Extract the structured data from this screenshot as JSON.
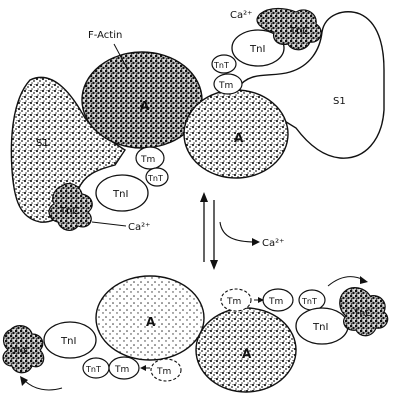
{
  "labels": {
    "ca_top": "Ca²⁺",
    "tnc_top": "TnC",
    "tni_top": "TnI",
    "tnt_top": "TnT",
    "tm_top": "Tm",
    "s1_right": "S1",
    "f_actin": "F-Actin",
    "a_left": "A",
    "a_right": "A",
    "s1_left": "S1",
    "tm_mid": "Tm",
    "tnt_mid": "TnT",
    "tni_mid": "TnI",
    "tnc_mid": "TnC",
    "ca_mid": "Ca²⁺",
    "ca_arrow": "Ca²⁺",
    "tm_b1": "Tm",
    "tm_b2": "Tm",
    "tnt_b1": "TnT",
    "tni_br": "TnI",
    "tnc_br": "TnC",
    "a_b1": "A",
    "a_b2": "A",
    "tni_bl": "TnI",
    "tnc_bl": "TnC",
    "tnt_b2": "TnT",
    "tm_b3": "Tm",
    "tm_b4": "Tm"
  },
  "colors": {
    "stroke": "#111111",
    "stipple": "#333333",
    "background": "#ffffff"
  }
}
